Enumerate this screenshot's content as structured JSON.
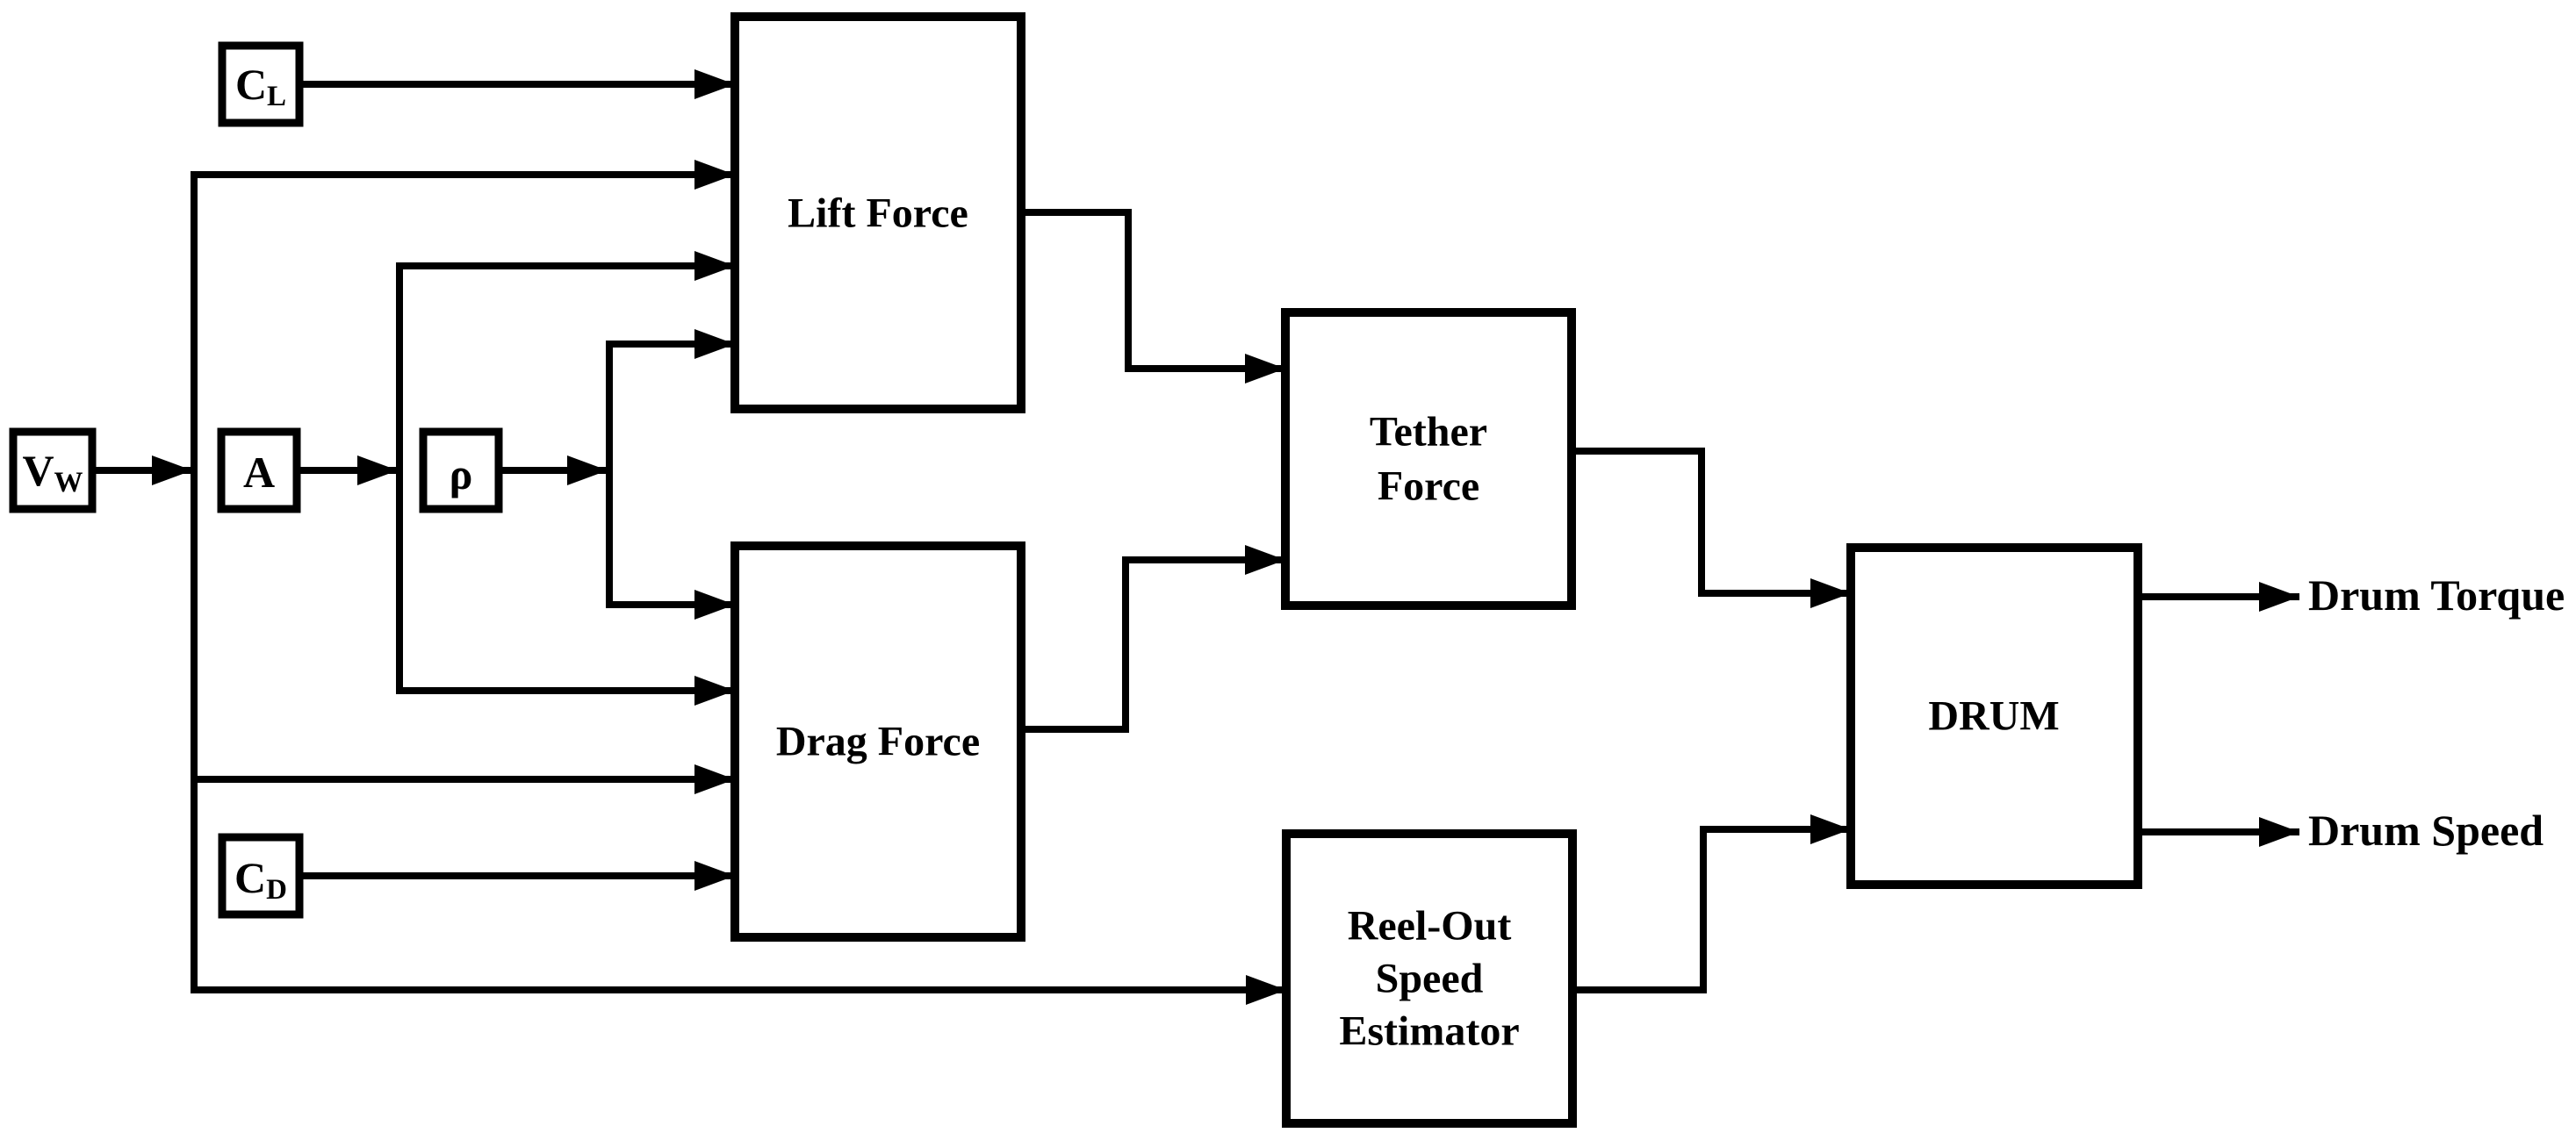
{
  "sources": {
    "vw": {
      "main": "V",
      "sub": "W"
    },
    "cl": {
      "main": "C",
      "sub": "L"
    },
    "a": {
      "main": "A",
      "sub": ""
    },
    "rho": {
      "main": "ρ",
      "sub": ""
    },
    "cd": {
      "main": "C",
      "sub": "D"
    }
  },
  "blocks": {
    "lift": "Lift Force",
    "drag": "Drag Force",
    "tether_line1": "Tether",
    "tether_line2": "Force",
    "reelout_line1": "Reel-Out",
    "reelout_line2": "Speed",
    "reelout_line3": "Estimator",
    "drum": "DRUM"
  },
  "outputs": {
    "torque": "Drum Torque",
    "speed": "Drum Speed"
  },
  "colors": {
    "ink": "#000000",
    "background": "#ffffff"
  }
}
